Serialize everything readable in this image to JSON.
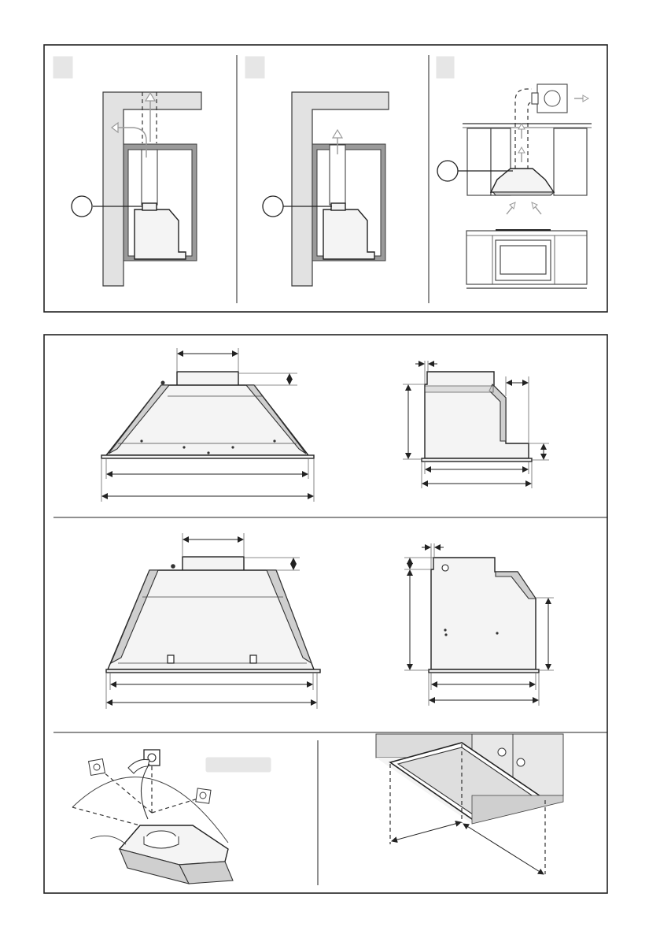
{
  "panels": {
    "top": {
      "scenes": [
        {
          "id": "recirculation-through-cabinet"
        },
        {
          "id": "recirculation-direct"
        },
        {
          "id": "ducted-extraction"
        }
      ]
    },
    "middle": {
      "views": [
        {
          "id": "hood-small-front"
        },
        {
          "id": "hood-small-side"
        },
        {
          "id": "hood-large-front"
        },
        {
          "id": "hood-large-side"
        },
        {
          "id": "mounting-template"
        },
        {
          "id": "cabinet-cutout"
        }
      ]
    }
  },
  "colors": {
    "stroke": "#222222",
    "wall_fill": "#e2e2e2",
    "cabinet_wall": "#9a9a9a",
    "airflow_arrow": "#9a9a9a",
    "badge": "#e6e6e6"
  }
}
